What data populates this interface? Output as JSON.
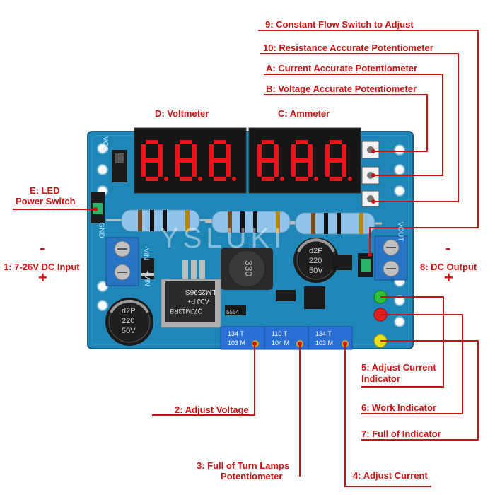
{
  "labels": {
    "l9": "9: Constant Flow Switch to Adjust",
    "l10": "10: Resistance Accurate Potentiometer",
    "lA": "A: Current Accurate Potentiometer",
    "lB": "B: Voltage Accurate Potentiometer",
    "lD": "D: Voltmeter",
    "lC": "C: Ammeter",
    "lE_1": "E: LED",
    "lE_2": "Power Switch",
    "l1": "1: 7-26V DC Input",
    "l8": "8: DC Output",
    "l5_1": "5: Adjust Current",
    "l5_2": "Indicator",
    "l6": "6: Work Indicator",
    "l7": "7: Full of Indicator",
    "l2": "2: Adjust Voltage",
    "l3_1": "3: Full of Turn Lamps",
    "l3_2": "Potentiometer",
    "l4": "4: Adjust Current"
  },
  "signs": {
    "minus": "-",
    "plus": "+"
  },
  "board": {
    "watermark": "YSLUKI",
    "silk_vcc": "VCC",
    "silk_gnd": "GND",
    "silk_vin_minus": "-VIN",
    "silk_vin_plus": "+VIN",
    "silk_vout": "VOUT",
    "chip": "LM2596S",
    "chip_sub": "-ADJ P+",
    "chip_code": "Q7JM13RB",
    "inductor": "330",
    "cap_big_1": "d2P",
    "cap_big_2": "220",
    "cap_big_3": "50V",
    "cap_small_1": "d2P",
    "cap_small_2": "220",
    "cap_small_3": "50V",
    "pot1_top": "134 T",
    "pot1_bot": "103 M",
    "pot2_top": "110 T",
    "pot2_bot": "104 M",
    "pot3_top": "134 T",
    "pot3_bot": "103 M",
    "ic_small": "5554"
  },
  "colors": {
    "label": "#cc1111",
    "pcb": "#1f86b8",
    "digit": "#e8151b"
  }
}
